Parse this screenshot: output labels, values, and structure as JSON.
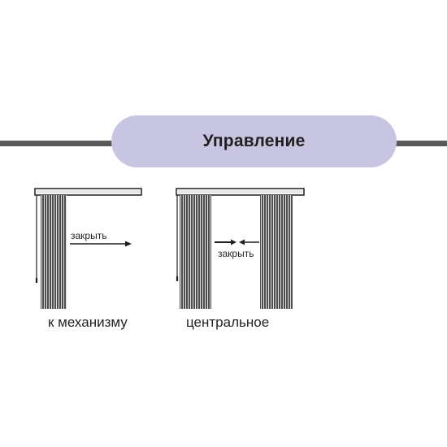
{
  "header": {
    "title": "Управление"
  },
  "options": [
    {
      "caption": "к механизму",
      "action_label": "закрыть"
    },
    {
      "caption": "центральное",
      "action_label": "закрыть"
    }
  ],
  "colors": {
    "bar": "#58595b",
    "pill": "#c8c5e2",
    "ink": "#231f20"
  }
}
